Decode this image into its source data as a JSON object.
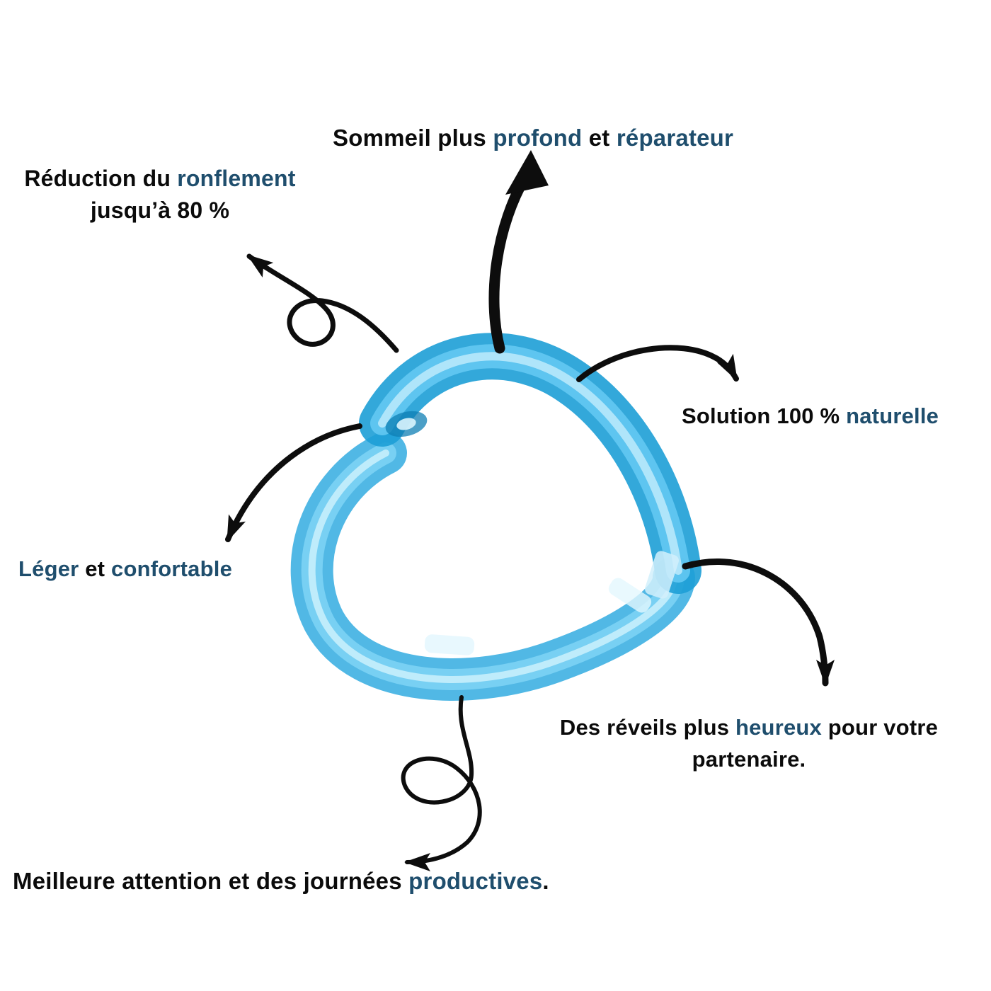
{
  "colors": {
    "accent": "#1f4e6d",
    "text": "#0b0b0b",
    "arrow": "#0d0d0d",
    "device_main": "#33ace0",
    "device_mid": "#7fd4f6",
    "device_light": "#c6eefc"
  },
  "product": {
    "icon": "anti-snoring-device",
    "description": "translucent blue anti-snoring chin device"
  },
  "labels": {
    "sleep": {
      "segments": [
        {
          "text": "Sommeil plus ",
          "accent": false
        },
        {
          "text": "profond",
          "accent": true
        },
        {
          "text": " et ",
          "accent": false
        },
        {
          "text": "réparateur",
          "accent": true
        }
      ]
    },
    "snore": {
      "segments": [
        {
          "text": "Réduction du ",
          "accent": false
        },
        {
          "text": "ronflement",
          "accent": true
        },
        {
          "text": " jusqu’à 80 %",
          "accent": false
        }
      ]
    },
    "natural": {
      "segments": [
        {
          "text": "Solution 100 % ",
          "accent": false
        },
        {
          "text": "naturelle",
          "accent": true
        }
      ]
    },
    "light": {
      "segments": [
        {
          "text": "Léger",
          "accent": true
        },
        {
          "text": " et ",
          "accent": false
        },
        {
          "text": "confortable",
          "accent": true
        }
      ]
    },
    "wake": {
      "segments": [
        {
          "text": "Des réveils plus ",
          "accent": false
        },
        {
          "text": "heureux",
          "accent": true
        },
        {
          "text": " pour votre partenaire.",
          "accent": false
        }
      ]
    },
    "focus": {
      "segments": [
        {
          "text": "Meilleure attention et des journées ",
          "accent": false
        },
        {
          "text": "productives",
          "accent": true
        },
        {
          "text": ".",
          "accent": false
        }
      ]
    }
  }
}
